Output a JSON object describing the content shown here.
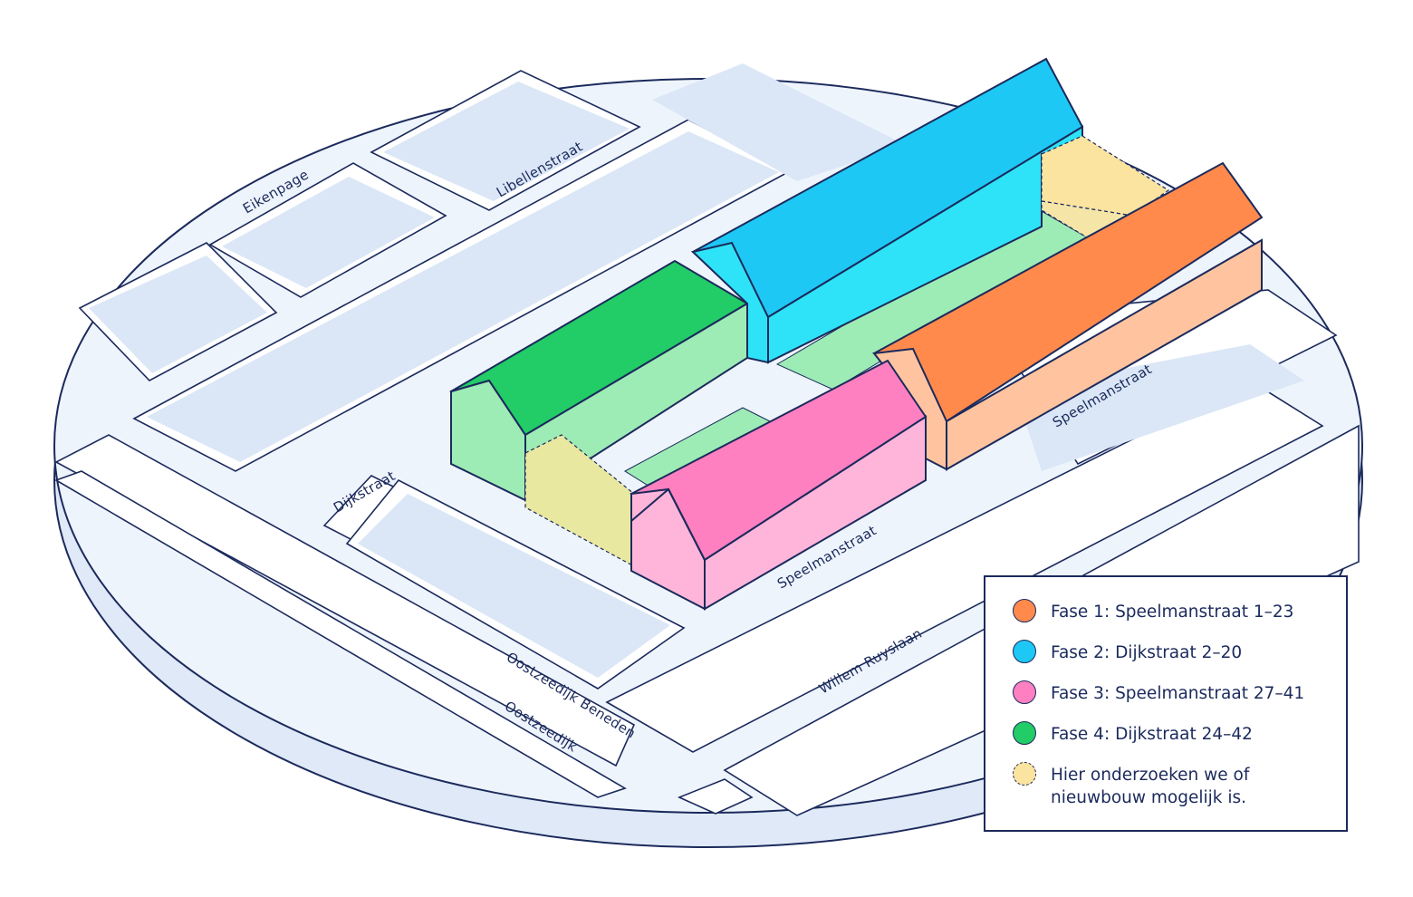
{
  "streets": {
    "eikenpage": "Eikenpage",
    "libellenstraat": "Libellenstraat",
    "dijkstraat": "Dijkstraat",
    "speelmanstraat_1": "Speelmanstraat",
    "speelmanstraat_2": "Speelmanstraat",
    "oostzeedijk_beneden": "Oostzeedijk Beneden",
    "oostzeedijk": "Oostzeedijk",
    "willem_ruyslaan": "Willem Ruyslaan"
  },
  "legend": [
    {
      "label": "Fase 1: Speelmanstraat 1–23",
      "color": "#ff8a4c",
      "dashed": false
    },
    {
      "label": "Fase 2: Dijkstraat 2–20",
      "color": "#1ec8f5",
      "dashed": false
    },
    {
      "label": "Fase 3: Speelmanstraat 27–41",
      "color": "#ff80c0",
      "dashed": false
    },
    {
      "label": "Fase 4: Dijkstraat 24–42",
      "color": "#22cc66",
      "dashed": false
    },
    {
      "label": "Hier onderzoeken we of\nnieuwbouw mogelijk is.",
      "color": "#fbe3a0",
      "dashed": true
    }
  ],
  "colors": {
    "outline": "#1b2a5c",
    "disc": "#eef4fc",
    "block": "#dbe7f6"
  }
}
